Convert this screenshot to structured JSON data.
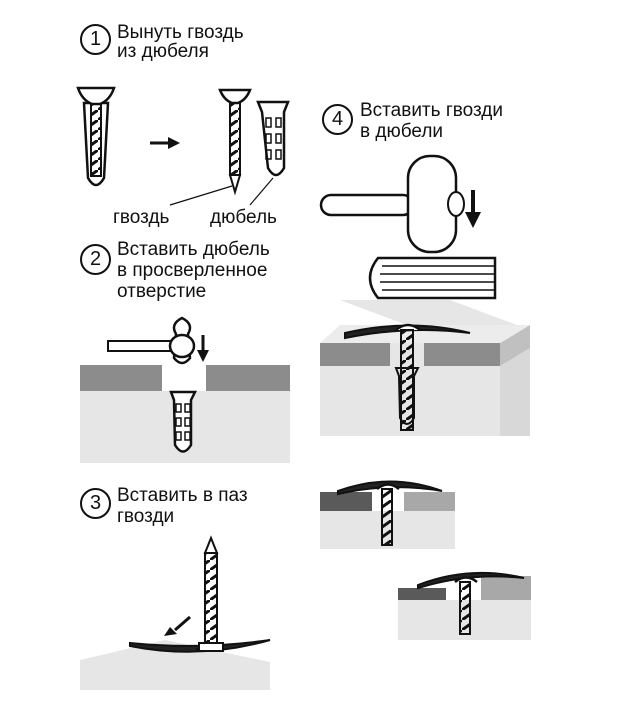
{
  "steps": [
    {
      "number": "1",
      "line1": "Вынуть гвоздь",
      "line2": "из дюбеля",
      "line3": ""
    },
    {
      "number": "2",
      "line1": "Вставить дюбель",
      "line2": "в просверленное",
      "line3": "отверстие"
    },
    {
      "number": "3",
      "line1": "Вставить в паз",
      "line2": "гвозди",
      "line3": ""
    },
    {
      "number": "4",
      "line1": "Вставить гвозди",
      "line2": "в дюбели",
      "line3": ""
    }
  ],
  "parts": {
    "nail": "гвоздь",
    "dowel": "дюбель"
  },
  "colors": {
    "stroke": "#111111",
    "floor_light": "#e6e6e6",
    "floor_dark": "#8c8c8c",
    "strip": "#222222"
  }
}
